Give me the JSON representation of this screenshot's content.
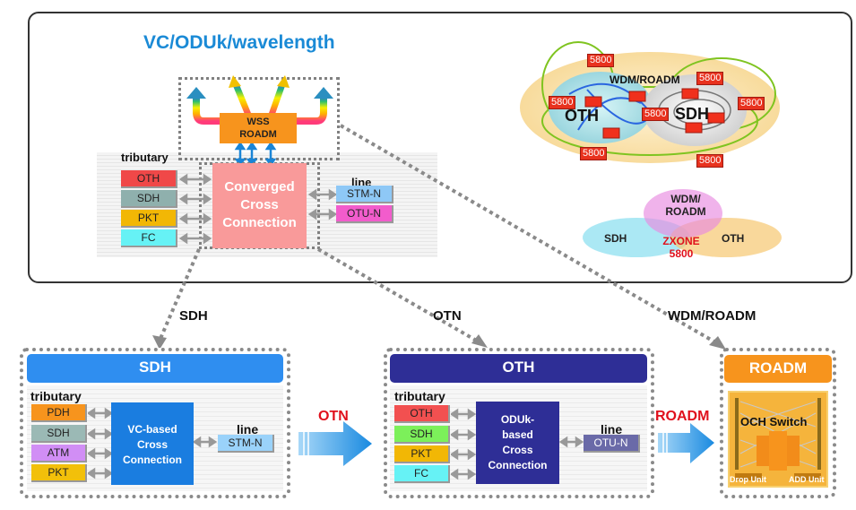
{
  "top_section": {
    "title": "VC/ODUk/wavelength",
    "wss_box": {
      "line1": "WSS",
      "line2": "ROADM"
    },
    "tributary_label": "tributary",
    "line_label": "line",
    "tributaries": [
      {
        "label": "OTH",
        "color": "#f04848"
      },
      {
        "label": "SDH",
        "color": "#8fb0ad"
      },
      {
        "label": "PKT",
        "color": "#f2b705"
      },
      {
        "label": "FC",
        "color": "#66f2f5"
      }
    ],
    "lines": [
      {
        "label": "STM-N",
        "color": "#8ec8f6"
      },
      {
        "label": "OTU-N",
        "color": "#f25ccc"
      }
    ],
    "core": {
      "line1": "Converged",
      "line2": "Cross",
      "line3": "Connection",
      "color": "#f99a9a"
    }
  },
  "network_cloud": {
    "outer_label": "WDM/ROADM",
    "left_cloud": "OTH",
    "right_cloud": "SDH",
    "node_tags": [
      "5800",
      "5800",
      "5800",
      "5800",
      "5800",
      "5800",
      "5800"
    ]
  },
  "venn": {
    "top": {
      "line1": "WDM/",
      "line2": "ROADM"
    },
    "left": "SDH",
    "right": "OTH",
    "center": {
      "line1": "ZXONE",
      "line2": "5800"
    }
  },
  "connector_labels": {
    "sdh": "SDH",
    "otn": "OTN",
    "wdm": "WDM/ROADM"
  },
  "flow_labels": {
    "otn": "OTN",
    "roadm": "ROADM"
  },
  "sdh_panel": {
    "header": "SDH",
    "header_color": "#2f8ef0",
    "tributary_label": "tributary",
    "line_label": "line",
    "tributaries": [
      {
        "label": "PDH",
        "color": "#f7941d"
      },
      {
        "label": "SDH",
        "color": "#9bb9b5"
      },
      {
        "label": "ATM",
        "color": "#d18ef5"
      },
      {
        "label": "PKT",
        "color": "#f2c00a"
      }
    ],
    "line": {
      "label": "STM-N",
      "color": "#9ad2fa"
    },
    "core": {
      "line1": "VC-based",
      "line2": "Cross",
      "line3": "Connection",
      "color": "#1a7de0"
    }
  },
  "oth_panel": {
    "header": "OTH",
    "header_color": "#2e2e96",
    "tributary_label": "tributary",
    "line_label": "line",
    "tributaries": [
      {
        "label": "OTH",
        "color": "#f25050"
      },
      {
        "label": "SDH",
        "color": "#7cf05a"
      },
      {
        "label": "PKT",
        "color": "#f2b705"
      },
      {
        "label": "FC",
        "color": "#66f2f5"
      }
    ],
    "line": {
      "label": "OTU-N",
      "color": "#6a6aa8"
    },
    "core": {
      "line1": "ODUk-",
      "line2": "based",
      "line3": "Cross",
      "line4": "Connection",
      "color": "#2e2e96"
    }
  },
  "roadm_panel": {
    "header": "ROADM",
    "header_color": "#f7941d",
    "switch_label": "OCH Switch",
    "drop_label": "Drop Unit",
    "add_label": "ADD Unit"
  }
}
